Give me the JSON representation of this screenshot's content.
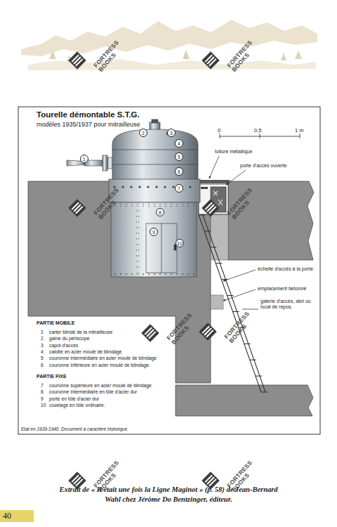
{
  "diagram": {
    "title": "Tourelle démontable S.T.G.",
    "caption": "Extrait de « Il était une fois la Ligne Maginot » (p. 58) de Jean-Bernard Wahl chez Jérôme Do Bentzinger, éditeur.",
    "nodes": [
      {
        "text": [
          "1"
        ]
      },
      {
        "text": [
          "2"
        ]
      },
      {
        "text": [
          "3"
        ]
      },
      {
        "text": [
          "4"
        ]
      },
      {
        "text": [
          "5"
        ]
      },
      {
        "text": [
          "6"
        ]
      },
      {
        "text": [
          "7"
        ]
      },
      {
        "text": [
          "8"
        ]
      },
      {
        "text": [
          "9"
        ]
      },
      {
        "text": [
          "10"
        ]
      },
      {
        "text": [
          "40"
        ]
      }
    ],
    "labels": [
      "modèles 1935/1937 pour mitrailleuse",
      "0",
      "0,5",
      "1 m",
      "toiture métallique",
      "porte d'accès ouverte",
      "échelle d'accès à la porte",
      "emplacement bétonné",
      "galerie d'accès, abri ou local de repos.",
      "PARTIE MOBILE",
      "1",
      "carter blindé de la mitrailleuse",
      "2",
      "gaine du périscope",
      "3",
      "capot d'accès",
      "4",
      "calotte en acier moulé de blindage",
      "5",
      "couronne intermédiaire en acier moulé de blindage",
      "6",
      "couronne inférieure en acier moulé de blindage.",
      "PARTIE FIXE",
      "7",
      "couronne supérieure en acier moulé de blindage",
      "8",
      "couronne intermédiaire en tôle d'acier dur",
      "9",
      "porte en tôle d'acier dur",
      "10",
      "cuvelage en tôle ordinaire.",
      "Etat en 1939-1940. Document à caractère historique.",
      "FORTRESS BOOKS",
      "FORTRESS BOOKS",
      "FORTRESS BOOKS",
      "FORTRESS BOOKS",
      "FORTRESS BOOKS",
      "FORTRESS BOOKS",
      "FORTRESS BOOKS",
      "FORTRESS BOOKS"
    ]
  }
}
